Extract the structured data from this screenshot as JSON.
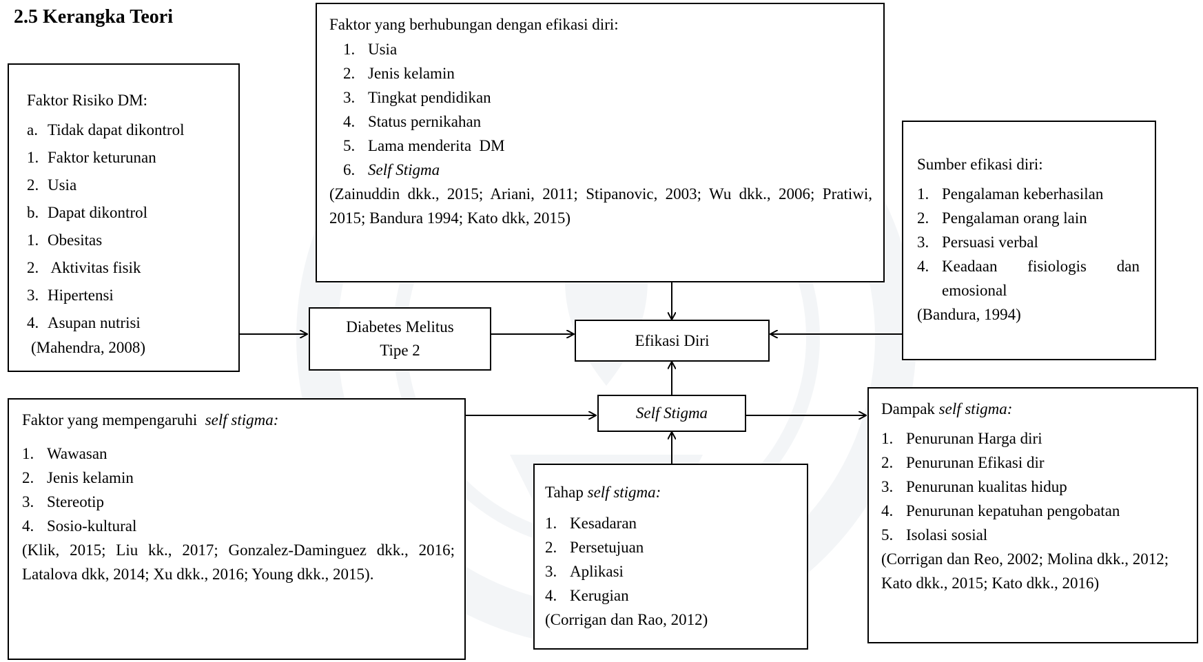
{
  "page_title": "2.5 Kerangka Teori",
  "risk_box": {
    "heading": "Faktor Risiko DM:",
    "items": [
      {
        "num": "a.",
        "text": "Tidak dapat dikontrol"
      },
      {
        "num": "1.",
        "text": "Faktor keturunan"
      },
      {
        "num": "2.",
        "text": "Usia"
      },
      {
        "num": "b.",
        "text": "Dapat dikontrol"
      },
      {
        "num": "1.",
        "text": "Obesitas"
      },
      {
        "num": "2.",
        "text": " Aktivitas fisik"
      },
      {
        "num": "3.",
        "text": "Hipertensi"
      },
      {
        "num": "4.",
        "text": "Asupan nutrisi"
      }
    ],
    "citation": "(Mahendra, 2008)"
  },
  "efficacy_factors_box": {
    "heading": "Faktor yang berhubungan dengan efikasi diri:",
    "items": [
      {
        "num": "1.",
        "text": "Usia"
      },
      {
        "num": "2.",
        "text": "Jenis kelamin"
      },
      {
        "num": "3.",
        "text": "Tingkat pendidikan"
      },
      {
        "num": "4.",
        "text": "Status pernikahan"
      },
      {
        "num": "5.",
        "text": "Lama menderita  DM"
      },
      {
        "num": "6.",
        "text": "Self Stigma"
      }
    ],
    "citation": "(Zainuddin dkk., 2015; Ariani, 2011; Stipanovic, 2003; Wu dkk., 2006; Pratiwi, 2015; Bandura 1994; Kato dkk, 2015)"
  },
  "source_box": {
    "heading": "Sumber efikasi diri:",
    "items": [
      {
        "num": "1.",
        "text": "Pengalaman keberhasilan"
      },
      {
        "num": "2.",
        "text": "Pengalaman orang lain"
      },
      {
        "num": "3.",
        "text": "Persuasi verbal"
      },
      {
        "num": "4.",
        "text": "Keadaan fisiologis dan emosional"
      }
    ],
    "citation": "(Bandura, 1994)"
  },
  "dm_box": {
    "line1": "Diabetes Melitus",
    "line2": "Tipe 2"
  },
  "efficacy_box": {
    "label": "Efikasi Diri"
  },
  "stigma_box": {
    "label": "Self Stigma"
  },
  "stigma_factors_box": {
    "heading_prefix": "Faktor yang mempengaruhi  ",
    "heading_italic": "self stigma:",
    "items": [
      {
        "num": "1.",
        "text": "Wawasan"
      },
      {
        "num": "2.",
        "text": "Jenis kelamin"
      },
      {
        "num": "3.",
        "text": "Stereotip"
      },
      {
        "num": "4.",
        "text": "Sosio-kultural"
      }
    ],
    "citation": "(Klik, 2015; Liu kk., 2017; Gonzalez-Daminguez dkk., 2016; Latalova dkk, 2014; Xu dkk., 2016; Young dkk., 2015)."
  },
  "stages_box": {
    "heading_prefix": "Tahap ",
    "heading_italic": "self stigma:",
    "items": [
      {
        "num": "1.",
        "text": "Kesadaran"
      },
      {
        "num": "2.",
        "text": "Persetujuan"
      },
      {
        "num": "3.",
        "text": "Aplikasi"
      },
      {
        "num": "4.",
        "text": "Kerugian"
      }
    ],
    "citation": "(Corrigan dan Rao, 2012)"
  },
  "impact_box": {
    "heading_prefix": "Dampak ",
    "heading_italic": "self stigma:",
    "items": [
      {
        "num": "1.",
        "text": "Penurunan Harga diri"
      },
      {
        "num": "2.",
        "text": "Penurunan Efikasi dir"
      },
      {
        "num": "3.",
        "text": "Penurunan kualitas hidup"
      },
      {
        "num": "4.",
        "text": "Penurunan kepatuhan pengobatan"
      },
      {
        "num": "5.",
        "text": "Isolasi sosial"
      }
    ],
    "citation": "(Corrigan dan Reo, 2002; Molina dkk., 2012; Kato dkk., 2015; Kato dkk., 2016)"
  },
  "colors": {
    "line": "#000000",
    "watermark": "#4a6b8a"
  }
}
